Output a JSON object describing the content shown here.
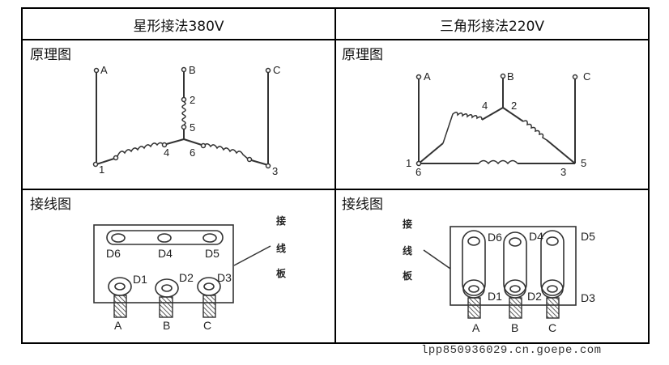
{
  "headers": {
    "star": "星形接法380V",
    "delta": "三角形接法220V"
  },
  "row_labels": {
    "schematic": "原理图",
    "wiring": "接线图"
  },
  "star_schematic": {
    "phases": [
      "A",
      "B",
      "C"
    ],
    "terminals": [
      "1",
      "2",
      "3",
      "4",
      "5",
      "6"
    ]
  },
  "delta_schematic": {
    "phases": [
      "A",
      "B",
      "C"
    ],
    "terminals": [
      "1",
      "2",
      "3",
      "4",
      "5",
      "6"
    ]
  },
  "terminal_board_label": [
    "接",
    "线",
    "板"
  ],
  "star_wiring": {
    "top_terminals": [
      "D6",
      "D4",
      "D5"
    ],
    "bottom_terminals": [
      "D1",
      "D2",
      "D3"
    ],
    "phases": [
      "A",
      "B",
      "C"
    ]
  },
  "delta_wiring": {
    "top_terminals": [
      "D6",
      "D4",
      "D5"
    ],
    "bottom_terminals": [
      "D1",
      "D2",
      "D3"
    ],
    "phases": [
      "A",
      "B",
      "C"
    ]
  },
  "watermark": "lpp850936029.cn.goepe.com"
}
